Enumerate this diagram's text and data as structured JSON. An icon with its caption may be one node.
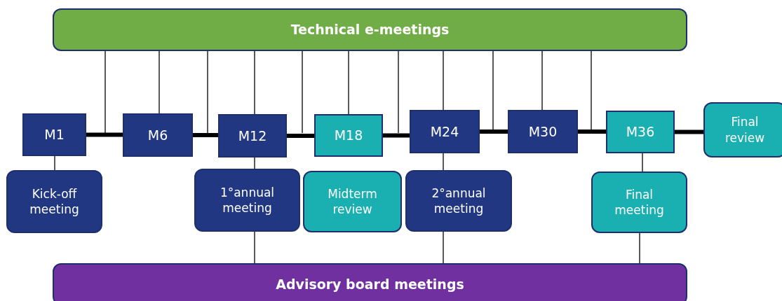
{
  "diagram": {
    "nodes": [
      {
        "text": [
          "Technical e-meetings"
        ]
      },
      {
        "text": [
          "M1"
        ]
      },
      {
        "text": [
          "M6"
        ]
      },
      {
        "text": [
          "M12"
        ]
      },
      {
        "text": [
          "M18"
        ]
      },
      {
        "text": [
          "M24"
        ]
      },
      {
        "text": [
          "M30"
        ]
      },
      {
        "text": [
          "M36"
        ]
      },
      {
        "text": [
          "Final review"
        ]
      },
      {
        "text": [
          "Kick-off meeting"
        ]
      },
      {
        "text": [
          "1°annual meeting"
        ]
      },
      {
        "text": [
          "Midterm review"
        ]
      },
      {
        "text": [
          "2°annual meeting"
        ]
      },
      {
        "text": [
          "Final meeting"
        ]
      },
      {
        "text": [
          "Advisory board meetings"
        ]
      }
    ],
    "edges": [
      {
        "from": 1,
        "to": 2,
        "arrow": "none",
        "style": "thick"
      },
      {
        "from": 2,
        "to": 3,
        "arrow": "none",
        "style": "thick"
      },
      {
        "from": 3,
        "to": 4,
        "arrow": "none",
        "style": "thick"
      },
      {
        "from": 4,
        "to": 5,
        "arrow": "none",
        "style": "thick"
      },
      {
        "from": 5,
        "to": 6,
        "arrow": "none",
        "style": "thick"
      },
      {
        "from": 6,
        "to": 7,
        "arrow": "none",
        "style": "thick"
      },
      {
        "from": 7,
        "to": 8,
        "arrow": "none",
        "style": "thick"
      },
      {
        "from": 0,
        "to": null,
        "arrow": "none"
      },
      {
        "from": 0,
        "to": 2,
        "arrow": "none"
      },
      {
        "from": 0,
        "to": null,
        "arrow": "none"
      },
      {
        "from": 0,
        "to": 3,
        "arrow": "none"
      },
      {
        "from": 0,
        "to": null,
        "arrow": "none"
      },
      {
        "from": 0,
        "to": 4,
        "arrow": "none"
      },
      {
        "from": 0,
        "to": null,
        "arrow": "none"
      },
      {
        "from": 0,
        "to": 5,
        "arrow": "none"
      },
      {
        "from": 0,
        "to": null,
        "arrow": "none"
      },
      {
        "from": 0,
        "to": 6,
        "arrow": "none"
      },
      {
        "from": 0,
        "to": null,
        "arrow": "none"
      },
      {
        "from": 1,
        "to": 9,
        "arrow": "none"
      },
      {
        "from": 3,
        "to": 10,
        "arrow": "none"
      },
      {
        "from": 5,
        "to": 12,
        "arrow": "none"
      },
      {
        "from": 7,
        "to": 13,
        "arrow": "none"
      },
      {
        "from": 10,
        "to": 14,
        "arrow": "none"
      },
      {
        "from": 12,
        "to": 14,
        "arrow": "none"
      },
      {
        "from": 13,
        "to": 14,
        "arrow": "none"
      }
    ]
  }
}
